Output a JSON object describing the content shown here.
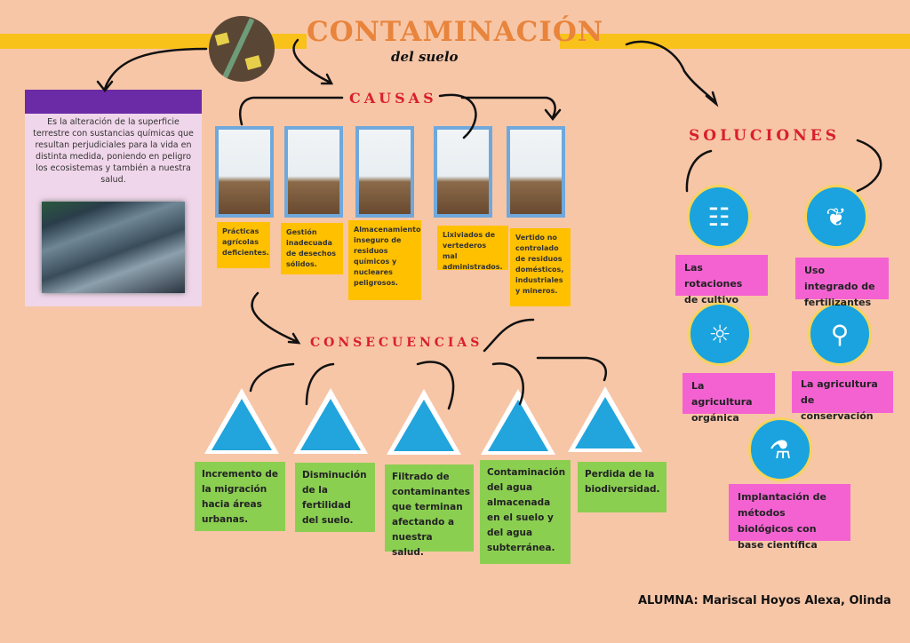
{
  "title": "CONTAMINACIÓN",
  "subtitle": "del suelo",
  "definition": {
    "text": "Es la alteración de la superficie terrestre con sustancias químicas que resultan perjudiciales para la vida en distinta medida, poniendo en peligro los ecosistemas y también a nuestra salud."
  },
  "causes": {
    "heading": "CAUSAS",
    "items": [
      {
        "label": "Prácticas agrícolas deficientes."
      },
      {
        "label": "Gestión inadecuada de desechos sólidos."
      },
      {
        "label": "Almacenamiento inseguro de residuos químicos y nucleares peligrosos."
      },
      {
        "label": "Lixiviados de vertederos mal administrados."
      },
      {
        "label": "Vertido no controlado de residuos domésticos, industriales y mineros."
      }
    ]
  },
  "consequences": {
    "heading": "CONSECUENCIAS",
    "items": [
      {
        "label": "Incremento de la migración hacia áreas urbanas.",
        "icon": "buildings-icon"
      },
      {
        "label": "Disminución de la fertilidad del suelo.",
        "icon": "hexagons-icon"
      },
      {
        "label": "Filtrado de contaminantes que terminan afectando a nuestra salud.",
        "icon": "heart-icon"
      },
      {
        "label": "Contaminación del agua almacenada en el suelo y del agua subterránea.",
        "icon": "water-icon"
      },
      {
        "label": "Perdida de la biodiversidad.",
        "icon": "plant-icon"
      }
    ]
  },
  "solutions": {
    "heading": "SOLUCIONES",
    "items": [
      {
        "label": "Las rotaciones de cultivo",
        "icon": "field-icon"
      },
      {
        "label": "Uso integrado de fertilizantes",
        "icon": "fertilizer-bag-icon"
      },
      {
        "label": "La agricultura orgánica",
        "icon": "sprout-sun-icon"
      },
      {
        "label": "La agricultura de conservación",
        "icon": "root-icon"
      },
      {
        "label": "Implantación de métodos biológicos con base científica",
        "icon": "test-tube-icon"
      }
    ]
  },
  "author": "ALUMNA: Mariscal Hoyos Alexa, Olinda",
  "colors": {
    "background": "#f7c6a7",
    "band": "#f9c21b",
    "title": "#e8843c",
    "heading": "#d9202a",
    "cause_box": "#ffc000",
    "consequence_box": "#8bcf51",
    "solution_box": "#f462d2",
    "icon_circle": "#1aa3de"
  }
}
